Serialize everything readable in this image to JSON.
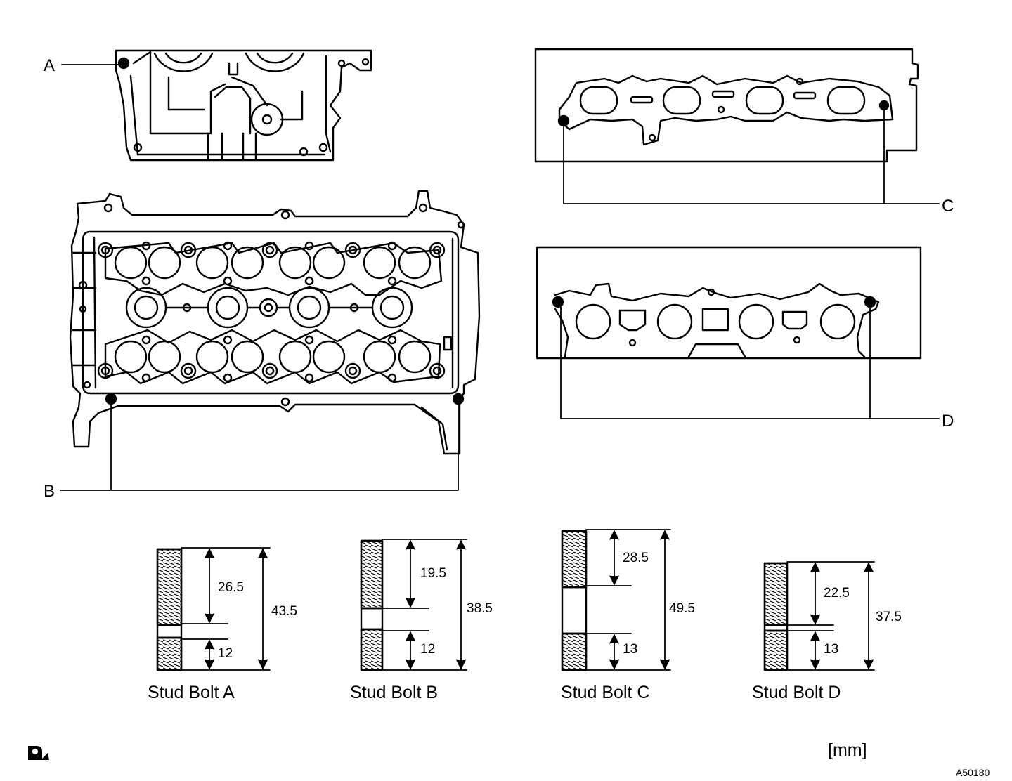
{
  "callouts": {
    "a": "A",
    "b": "B",
    "c": "C",
    "d": "D"
  },
  "studs": [
    {
      "name": "Stud Bolt A",
      "upper": "26.5",
      "lower": "12",
      "total": "43.5"
    },
    {
      "name": "Stud Bolt B",
      "upper": "19.5",
      "lower": "12",
      "total": "38.5"
    },
    {
      "name": "Stud Bolt C",
      "upper": "28.5",
      "lower": "13",
      "total": "49.5"
    },
    {
      "name": "Stud Bolt D",
      "upper": "22.5",
      "lower": "13",
      "total": "37.5"
    }
  ],
  "unit": "[mm]",
  "figure_id": "A50180",
  "icons": {
    "corner_mark": "caution-notebook-icon"
  }
}
